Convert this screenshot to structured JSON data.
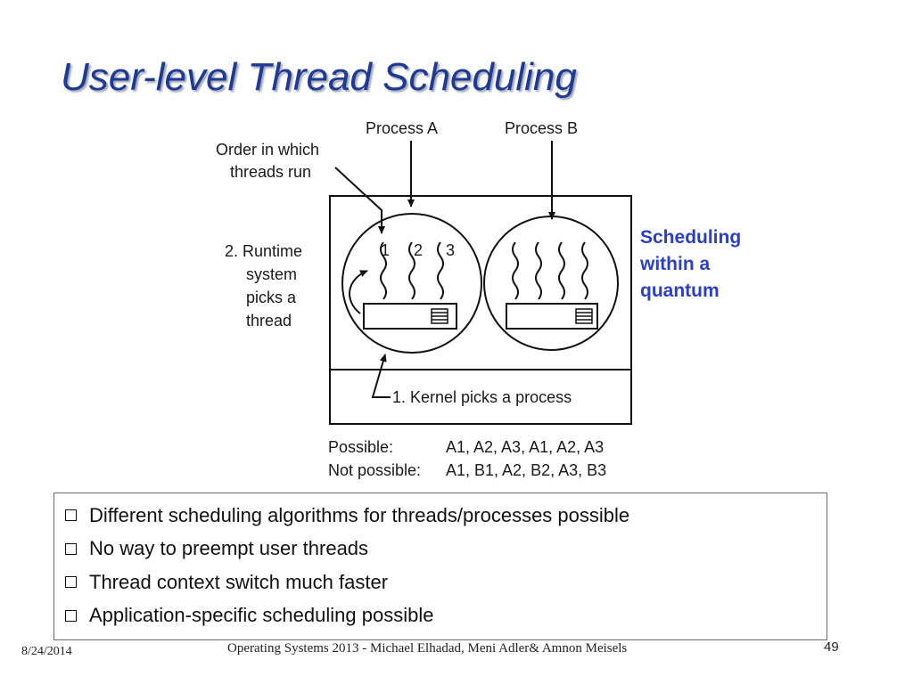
{
  "slide": {
    "title": "User-level Thread Scheduling"
  },
  "diagram": {
    "process_a_label": "Process A",
    "process_b_label": "Process B",
    "order_label_line1": "Order in which",
    "order_label_line2": "threads run",
    "runtime_label_lines": [
      "2. Runtime",
      "system",
      "picks a",
      "thread"
    ],
    "thread_numbers": [
      "1",
      "2",
      "3"
    ],
    "kernel_label": "1. Kernel picks a process",
    "possible_label": "Possible:",
    "possible_sequence": "A1, A2, A3, A1, A2, A3",
    "not_possible_label": "Not possible:",
    "not_possible_sequence": "A1, B1, A2, B2, A3, B3"
  },
  "callout": {
    "lines": [
      "Scheduling",
      "within a",
      "quantum"
    ],
    "color": "#2a3ec6"
  },
  "bullets": [
    "Different scheduling algorithms for threads/processes possible",
    "No way to preempt user threads",
    "Thread context switch much faster",
    "Application-specific scheduling possible"
  ],
  "footer": {
    "date": "8/24/2014",
    "course": "Operating Systems 2013 - Michael Elhadad, Meni Adler& Amnon Meisels",
    "page": "49"
  },
  "colors": {
    "title": "#1f3a93",
    "callout": "#2a3ec6"
  }
}
